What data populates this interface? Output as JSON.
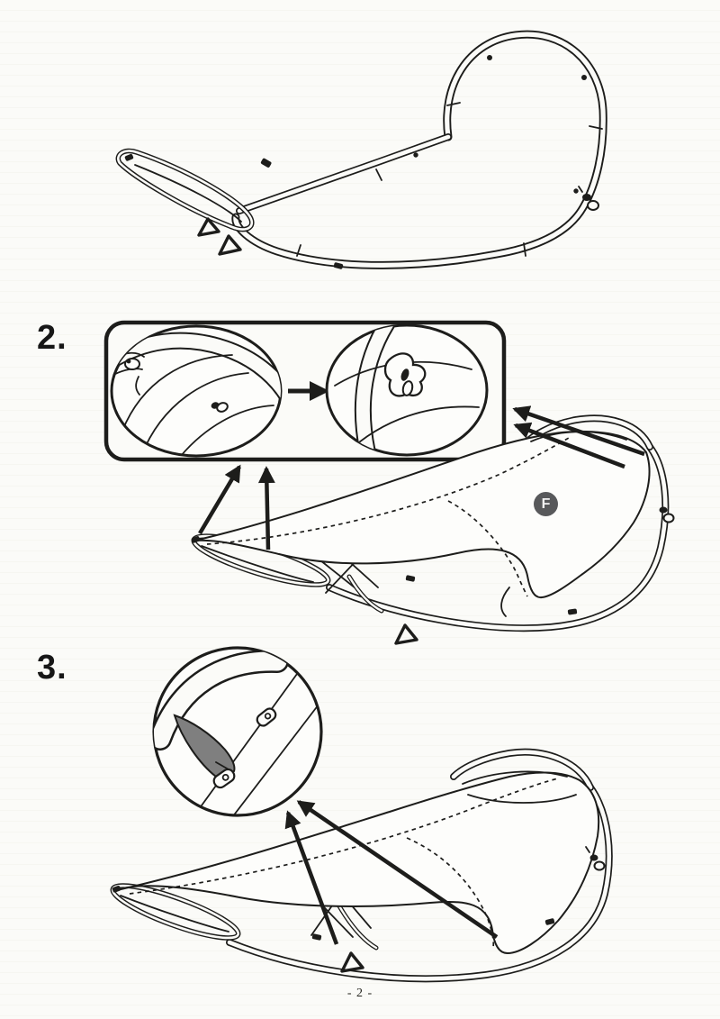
{
  "page": {
    "doc_type": "assembly-instructions",
    "page_number": "- 2 -",
    "background_color": "#fbfbf8",
    "line_color": "#1d1d1b"
  },
  "steps": {
    "step2": {
      "label": "2."
    },
    "step3": {
      "label": "3."
    }
  },
  "parts": {
    "fabric_badge_label": "F"
  },
  "colors": {
    "badge_fill": "#58595b",
    "badge_text": "#f2f2f2",
    "strap_gray": "#7f7f7f"
  },
  "icons": {
    "transition": "arrow-right-icon",
    "callout_pointers": "pointer-arrow-icon"
  }
}
